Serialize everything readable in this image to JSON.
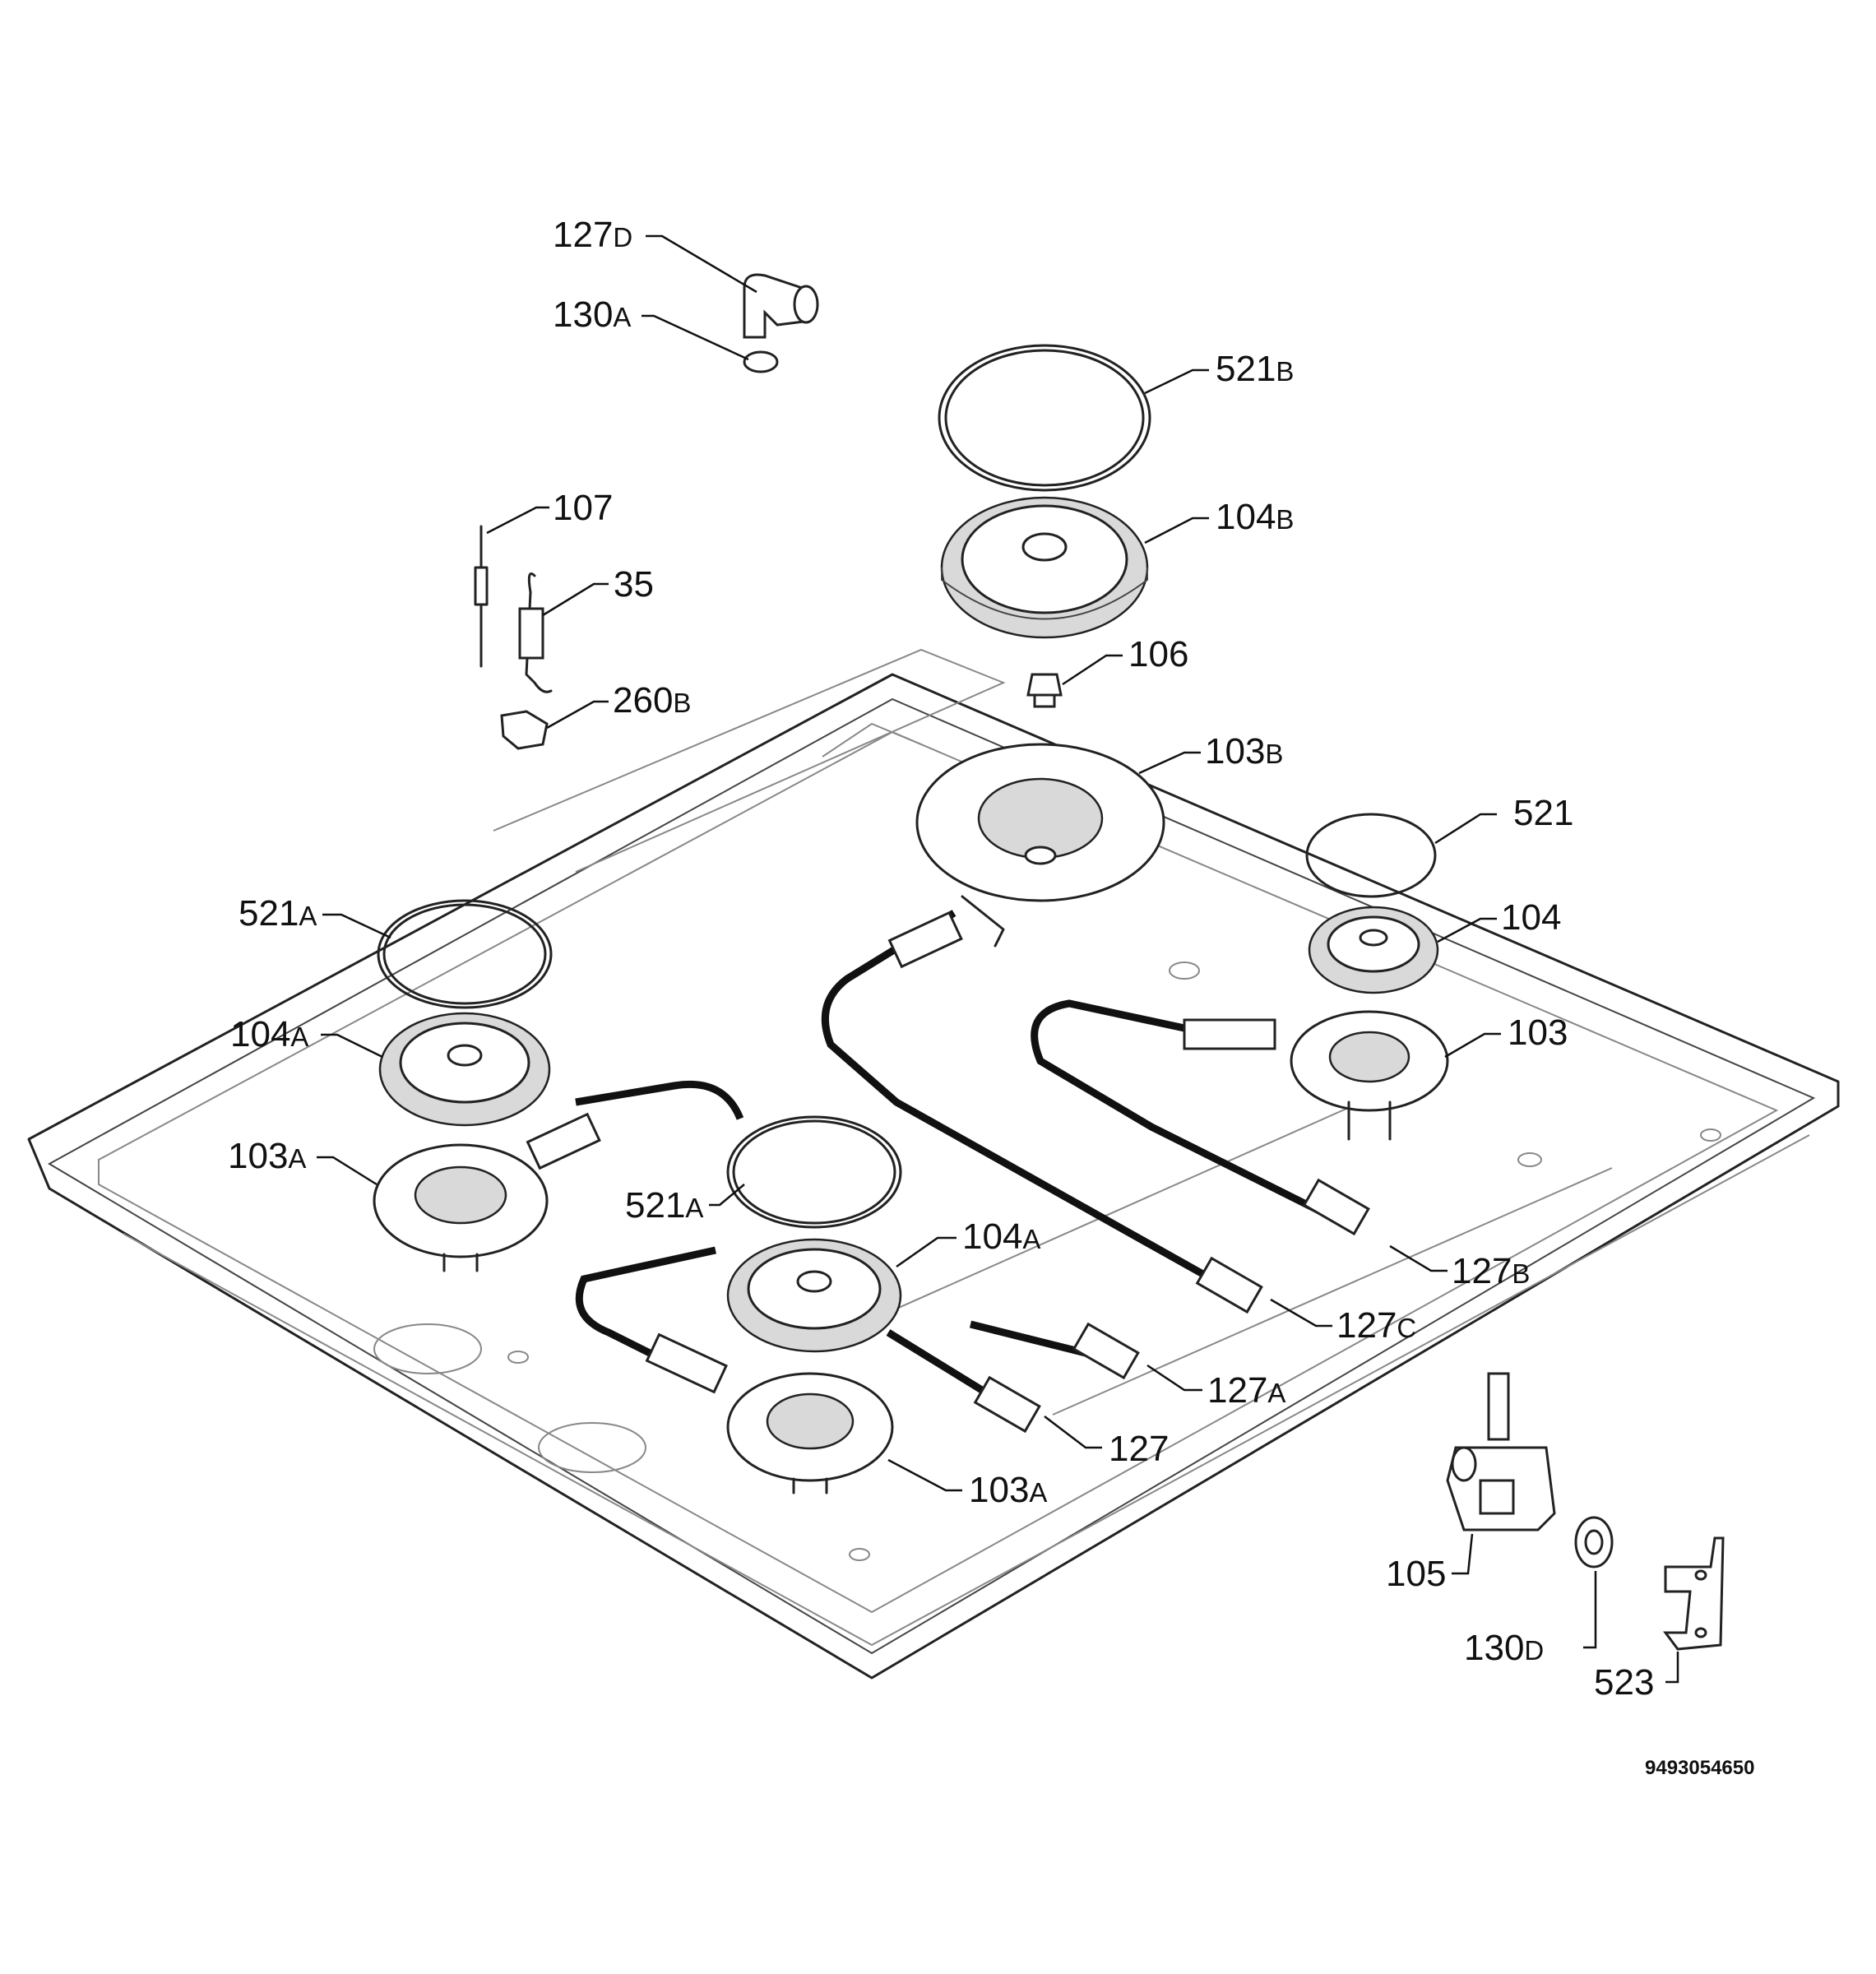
{
  "labels": [
    {
      "id": "l127d",
      "main": "127",
      "suffix": "D"
    },
    {
      "id": "l130a",
      "main": "130",
      "suffix": "A"
    },
    {
      "id": "l521b",
      "main": "521",
      "suffix": "B"
    },
    {
      "id": "l107",
      "main": "107",
      "suffix": ""
    },
    {
      "id": "l104b",
      "main": "104",
      "suffix": "B"
    },
    {
      "id": "l35",
      "main": "35",
      "suffix": ""
    },
    {
      "id": "l106",
      "main": "106",
      "suffix": ""
    },
    {
      "id": "l260b",
      "main": "260",
      "suffix": "B"
    },
    {
      "id": "l103b",
      "main": "103",
      "suffix": "B"
    },
    {
      "id": "l521",
      "main": "521",
      "suffix": ""
    },
    {
      "id": "l521a1",
      "main": "521",
      "suffix": "A"
    },
    {
      "id": "l104",
      "main": "104",
      "suffix": ""
    },
    {
      "id": "l104a1",
      "main": "104",
      "suffix": "A"
    },
    {
      "id": "l103",
      "main": "103",
      "suffix": ""
    },
    {
      "id": "l103a1",
      "main": "103",
      "suffix": "A"
    },
    {
      "id": "l521a2",
      "main": "521",
      "suffix": "A"
    },
    {
      "id": "l104a2",
      "main": "104",
      "suffix": "A"
    },
    {
      "id": "l127b",
      "main": "127",
      "suffix": "B"
    },
    {
      "id": "l127c",
      "main": "127",
      "suffix": "C"
    },
    {
      "id": "l127a",
      "main": "127",
      "suffix": "A"
    },
    {
      "id": "l127",
      "main": "127",
      "suffix": ""
    },
    {
      "id": "l103a2",
      "main": "103",
      "suffix": "A"
    },
    {
      "id": "l105",
      "main": "105",
      "suffix": ""
    },
    {
      "id": "l130d",
      "main": "130",
      "suffix": "D"
    },
    {
      "id": "l523",
      "main": "523",
      "suffix": ""
    }
  ],
  "drawing_code": "9493054650"
}
